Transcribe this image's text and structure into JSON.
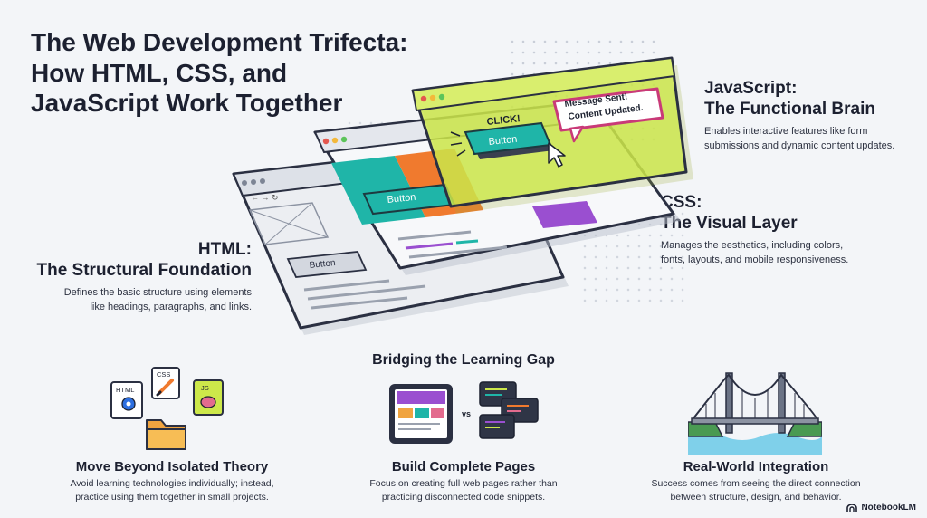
{
  "title": {
    "line1": "The Web Development Trifecta:",
    "line2": "How HTML, CSS, and",
    "line3": "JavaScript Work Together"
  },
  "layers": {
    "html": {
      "name_line1": "HTML:",
      "name_line2": "The Structural Foundation",
      "desc_line1": "Defines the basic structure using elements",
      "desc_line2": "like headings, paragraphs, and links."
    },
    "css": {
      "name_line1": "CSS:",
      "name_line2": "The Visual Layer",
      "desc_line1": "Manages the eesthetics, including colors,",
      "desc_line2": "fonts, layouts, and mobile responsiveness."
    },
    "js": {
      "name_line1": "JavaScript:",
      "name_line2": "The Functional Brain",
      "desc_line1": "Enables interactive features like form",
      "desc_line2": "submissions and dynamic content updates."
    }
  },
  "illustration": {
    "html_button": "Button",
    "css_button": "Button",
    "js_button": "Button",
    "click_label": "CLICK!",
    "message_line1": "Message Sent!",
    "message_line2": "Content Updated."
  },
  "section": {
    "title": "Bridging the Learning Gap"
  },
  "cards": [
    {
      "title": "Move Beyond Isolated Theory",
      "desc_line1": "Avoid learning technologies individually; instead,",
      "desc_line2": "practice using them together in small projects.",
      "file_labels": [
        "HTML",
        "CSS",
        "JS"
      ]
    },
    {
      "title": "Build Complete Pages",
      "desc_line1": "Focus on creating full web pages rather than",
      "desc_line2": "practicing disconnected code snippets.",
      "vs_label": "vs"
    },
    {
      "title": "Real-World Integration",
      "desc_line1": "Success comes from seeing the direct connection",
      "desc_line2": "between structure, design, and behavior."
    }
  ],
  "brand": "NotebookLM",
  "colors": {
    "html_teal": "#1fb5a8",
    "css_orange": "#f07a2e",
    "css_purple": "#9a4fd0",
    "js_lime": "#cde84a",
    "message_border": "#c93a78"
  }
}
